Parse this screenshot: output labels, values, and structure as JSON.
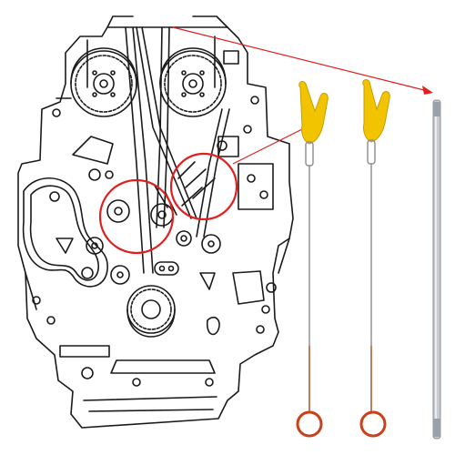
{
  "image": {
    "description_items": [
      "engine-block-line-drawing",
      "yellow-handle-dipstick",
      "yellow-handle-dipstick",
      "metal-rod"
    ],
    "colors": {
      "background": "#ffffff",
      "line_art": "#1a1a1a",
      "highlight": "#e02020",
      "handle": "#f2c400",
      "wire": "#8c8c8c",
      "ring": "#c8411a",
      "rod": "#a9b0b6"
    }
  }
}
